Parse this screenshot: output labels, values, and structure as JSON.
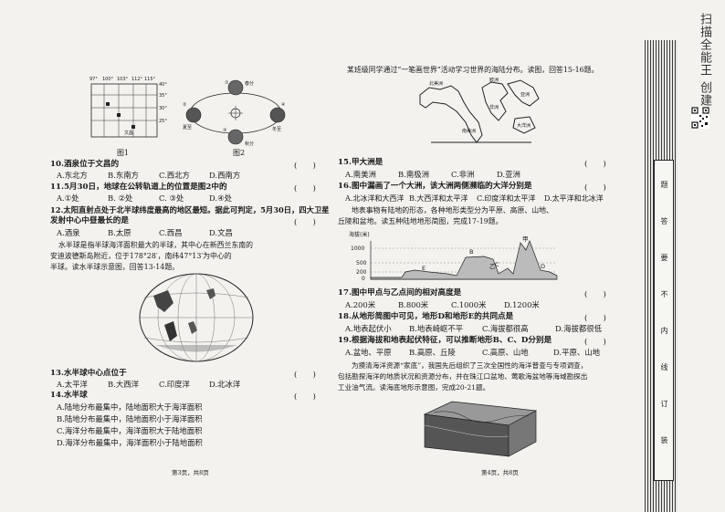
{
  "brand": "扫描全能王 创建",
  "side_labels": [
    "题",
    "答",
    "要",
    "不",
    "内",
    "线",
    "订",
    "装"
  ],
  "fig1": {
    "label": "图1",
    "lon": [
      "97°",
      "100°",
      "103°",
      "112°",
      "115°"
    ],
    "lat": [
      "40°",
      "35°",
      "30°",
      "25°"
    ],
    "place": "文昌"
  },
  "fig2": {
    "label": "图2",
    "nums": [
      "①",
      "②",
      "③",
      "④"
    ],
    "months": [
      "春分",
      "夏至",
      "秋分",
      "冬至"
    ]
  },
  "q10": {
    "stem": "10.酒泉位于文昌的",
    "options": [
      "A.东北方",
      "B.东南方",
      "C.西北方",
      "D.西南方"
    ],
    "paren": "(　　)"
  },
  "q11": {
    "stem": "11.5月30日，地球在公转轨道上的位置是图2中的",
    "options": [
      "A.①处",
      "B. ②处",
      "C. ③处",
      "D.④处"
    ],
    "paren": "(　　)"
  },
  "q12": {
    "stem1": "12.太阳直射点处于北半球纬度最高的地区最短。据此可判定，5月30日，四大卫星",
    "stem2": "发射中心中昼最长的是",
    "options": [
      "A.酒泉",
      "B.太原",
      "C.西昌",
      "D.文昌"
    ],
    "paren": "(　　)"
  },
  "intro13": {
    "l1": "水半球是指半球海洋面积最大的半球，其中心在新西兰东南的",
    "l2": "安迪波德斯岛附近，位于178°28′，南纬47°13′为中心的",
    "l3": "半球。读水半球示意图，回答13-14题。"
  },
  "q13": {
    "stem": "13.水半球中心点位于",
    "options": [
      "A.太平洋",
      "B.大西洋",
      "C.印度洋",
      "D.北冰洋"
    ],
    "paren": "(　　)"
  },
  "q14": {
    "stem": "14.水半球",
    "options": [
      "A.陆地分布最集中，陆地面积大于海洋面积",
      "B.陆地分布最集中，陆地面积小于海洋面积",
      "C.海洋分布最集中，海洋面积大于陆地面积",
      "D.海洋分布最集中，海洋面积小于陆地面积"
    ],
    "paren": "(　　)"
  },
  "footer_left": "第3页，共8页",
  "intro15": "某班级同学通过“一笔画世界”活动学习世界的海陆分布。读图，回答15-16题。",
  "fig3_labels": [
    "北美洲",
    "南美洲",
    "非洲",
    "亚洲",
    "欧洲",
    "大洋洲"
  ],
  "q15": {
    "stem": "15.甲大洲是",
    "options": [
      "A.南美洲",
      "B.南极洲",
      "C.非洲",
      "D.亚洲"
    ],
    "paren": "(　　)"
  },
  "q16": {
    "stem": "16.图中漏画了一个大洲，该大洲两侧濒临的大洋分别是",
    "options": [
      "A.北冰洋和大西洋",
      "B.大西洋和太平洋",
      "C.印度洋和太平洋",
      "D.太平洋和北冰洋"
    ],
    "paren": "(　　)"
  },
  "intro17": {
    "l1": "地表事物有陆地的形态，各种地形类型分为平原、高原、山地、",
    "l2": "丘陵和盆地。读五种陆地地形简图，完成17-19题。"
  },
  "profile": {
    "ylabel": "海拔(米)",
    "ticks": [
      "1000",
      "500",
      "200",
      "0"
    ],
    "labels": [
      "甲",
      "乙",
      "B",
      "C",
      "D",
      "E"
    ]
  },
  "q17": {
    "stem": "17.图中甲点与乙点间的相对高度是",
    "options": [
      "A.200米",
      "B.800米",
      "C.1000米",
      "D.1200米"
    ],
    "paren": "(　　)"
  },
  "q18": {
    "stem": "18.从地形简图中可见，地形D和地形E的共同点是",
    "options": [
      "A.地表起伏小",
      "B.地表崎岖不平",
      "C.海拔都很高",
      "D.海拔都很低"
    ],
    "paren": "(　　)"
  },
  "q19": {
    "stem": "19.根据海拔和地表起伏特征，可以推断地形B、C、D分别是",
    "options": [
      "A.盆地、平原",
      "B.高原、丘陵",
      "C.高原、山地",
      "D.平原、山地"
    ],
    "paren": "(　　)"
  },
  "intro20": {
    "l1": "为摸清海洋资源“家底”，我国先后组织了三次全国性的海洋普查与专项调查，",
    "l2": "包括勘探海洋的地质状况和资源分布，并在珠江口盆地、莺歌海盆地等海域勘探出",
    "l3": "工业油气流。读海底地形示意图，完成20-21题。"
  },
  "footer_right": "第4页，共8页"
}
